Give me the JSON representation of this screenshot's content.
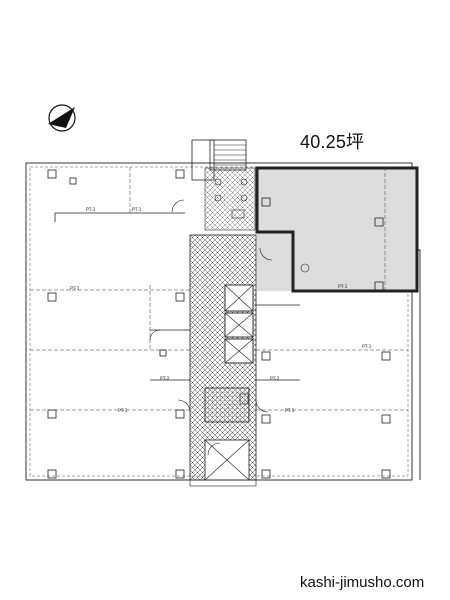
{
  "plan": {
    "area_label": "40.25坪",
    "site_url": "kashi-jimusho.com",
    "pt_label": "PT-1",
    "pt2_label": "PT-2",
    "north_icon": "north-arrow-icon",
    "highlight_color": "#dcdcdc"
  }
}
